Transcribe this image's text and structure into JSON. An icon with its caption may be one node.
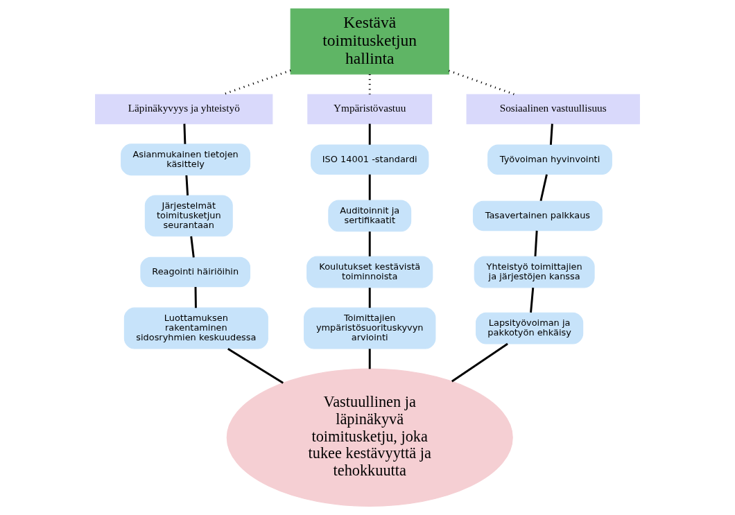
{
  "diagram": {
    "nodes": [
      {
        "text": [
          "Kestävä toimitusketjun hallinta"
        ]
      },
      {
        "text": [
          "Läpinäkyvyys ja yhteistyö"
        ]
      },
      {
        "text": [
          "Ympäristövastuu"
        ]
      },
      {
        "text": [
          "Sosiaalinen vastuullisuus"
        ]
      },
      {
        "text": [
          "Asianmukainen tietojen käsittely"
        ]
      },
      {
        "text": [
          "Järjestelmät toimitusketjun seurantaan"
        ]
      },
      {
        "text": [
          "Reagointi häiriöihin"
        ]
      },
      {
        "text": [
          "Luottamuksen rakentaminen sidosryhmien keskuudessa"
        ]
      },
      {
        "text": [
          "ISO 14001 -standardi"
        ]
      },
      {
        "text": [
          "Auditoinnit ja sertifikaatit"
        ]
      },
      {
        "text": [
          "Koulutukset kestävistä toiminnoista"
        ]
      },
      {
        "text": [
          "Toimittajien ympäristösuorituskyvyn arviointi"
        ]
      },
      {
        "text": [
          "Työvoiman hyvinvointi"
        ]
      },
      {
        "text": [
          "Tasavertainen palkkaus"
        ]
      },
      {
        "text": [
          "Yhteistyö toimittajien ja järjestöjen kanssa"
        ]
      },
      {
        "text": [
          "Lapsityövoiman ja pakkotyön ehkäisy"
        ]
      },
      {
        "text": [
          "Vastuullinen ja läpinäkyvä toimitusketju, joka tukee kestävyyttä ja tehokkuutta"
        ]
      }
    ],
    "edges": [
      {
        "from": 0,
        "to": 1,
        "arrow": "none",
        "style": "dashed"
      },
      {
        "from": 0,
        "to": 2,
        "arrow": "none",
        "style": "dashed"
      },
      {
        "from": 0,
        "to": 3,
        "arrow": "none",
        "style": "dashed"
      },
      {
        "from": 1,
        "to": 4,
        "arrow": "none"
      },
      {
        "from": 4,
        "to": 5,
        "arrow": "none"
      },
      {
        "from": 5,
        "to": 6,
        "arrow": "none"
      },
      {
        "from": 6,
        "to": 7,
        "arrow": "none"
      },
      {
        "from": 2,
        "to": 8,
        "arrow": "none"
      },
      {
        "from": 8,
        "to": 9,
        "arrow": "none"
      },
      {
        "from": 9,
        "to": 10,
        "arrow": "none"
      },
      {
        "from": 10,
        "to": 11,
        "arrow": "none"
      },
      {
        "from": 3,
        "to": 12,
        "arrow": "none"
      },
      {
        "from": 12,
        "to": 13,
        "arrow": "none"
      },
      {
        "from": 13,
        "to": 14,
        "arrow": "none"
      },
      {
        "from": 14,
        "to": 15,
        "arrow": "none"
      },
      {
        "from": 7,
        "to": 16,
        "arrow": "none"
      },
      {
        "from": 11,
        "to": 16,
        "arrow": "none"
      },
      {
        "from": 15,
        "to": 16,
        "arrow": "none"
      }
    ]
  }
}
